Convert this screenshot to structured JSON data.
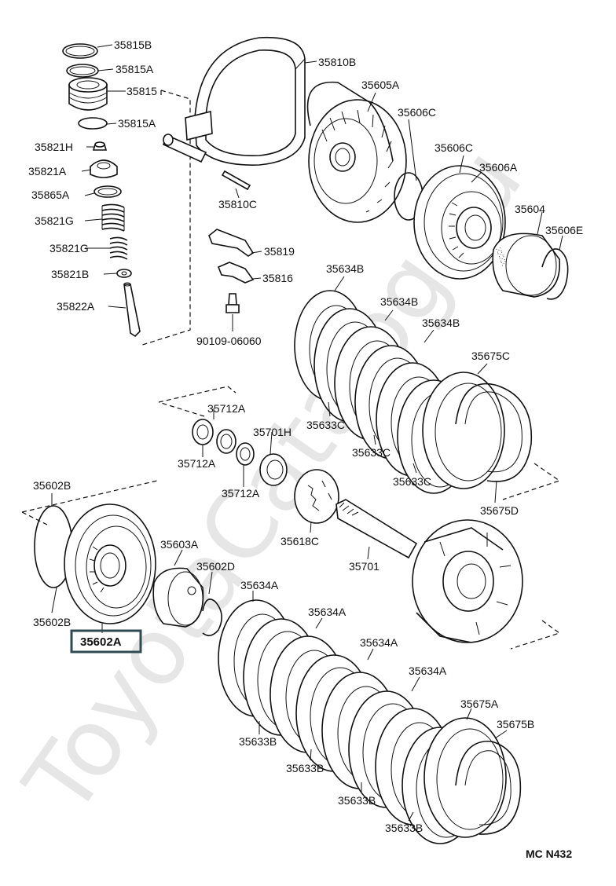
{
  "watermark": "ToyotaCatalog.ru",
  "diagram_code": "MC N432",
  "selected_part": "35602A",
  "labels": {
    "l35815B": "35815B",
    "l35815A_1": "35815A",
    "l35815": "35815",
    "l35815A_2": "35815A",
    "l35821H": "35821H",
    "l35821A": "35821A",
    "l35865A": "35865A",
    "l35821G_1": "35821G",
    "l35821G_2": "35821G",
    "l35821B": "35821B",
    "l35822A": "35822A",
    "l35810B": "35810B",
    "l35810C": "35810C",
    "l35819": "35819",
    "l35816": "35816",
    "l90109": "90109-06060",
    "l35605A": "35605A",
    "l35606C_1": "35606C",
    "l35606C_2": "35606C",
    "l35606A": "35606A",
    "l35604": "35604",
    "l35606E": "35606E",
    "l35634B_1": "35634B",
    "l35634B_2": "35634B",
    "l35634B_3": "35634B",
    "l35675C": "35675C",
    "l35633C_1": "35633C",
    "l35633C_2": "35633C",
    "l35633C_3": "35633C",
    "l35675D": "35675D",
    "l35712A_1": "35712A",
    "l35712A_2": "35712A",
    "l35712A_3": "35712A",
    "l35701H": "35701H",
    "l35602B_1": "35602B",
    "l35602B_2": "35602B",
    "l35603A": "35603A",
    "l35602D": "35602D",
    "l35618C": "35618C",
    "l35701": "35701",
    "l35634A_1": "35634A",
    "l35634A_2": "35634A",
    "l35634A_3": "35634A",
    "l35634A_4": "35634A",
    "l35675A": "35675A",
    "l35675B": "35675B",
    "l35633B_1": "35633B",
    "l35633B_2": "35633B",
    "l35633B_3": "35633B",
    "l35633B_4": "35633B"
  }
}
